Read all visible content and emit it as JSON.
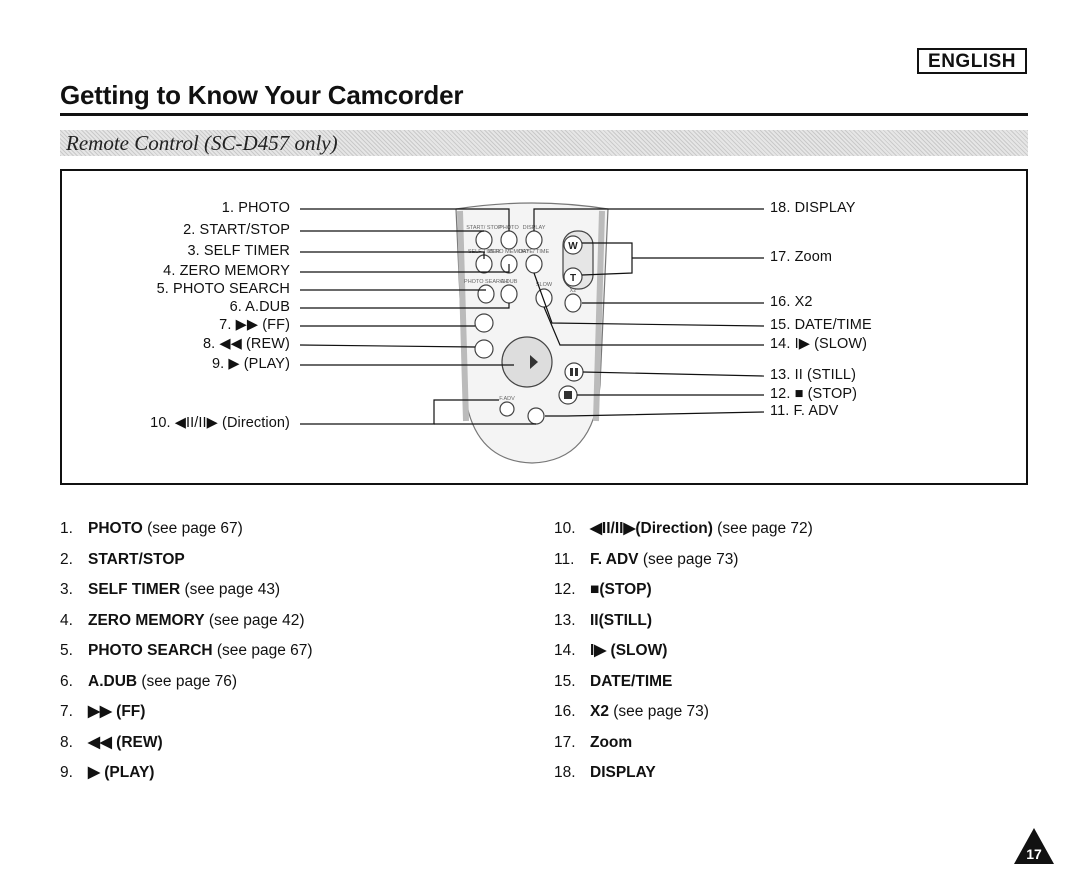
{
  "header": {
    "language": "ENGLISH",
    "title": "Getting to Know Your Camcorder",
    "section": "Remote Control (SC-D457 only)"
  },
  "diagram": {
    "left_labels": [
      {
        "text": "1. PHOTO"
      },
      {
        "text": "2. START/STOP"
      },
      {
        "text": "3. SELF TIMER"
      },
      {
        "text": "4. ZERO MEMORY"
      },
      {
        "text": "5. PHOTO SEARCH"
      },
      {
        "text": "6. A.DUB"
      },
      {
        "text": "7. ▶▶ (FF)"
      },
      {
        "text": "8. ◀◀ (REW)"
      },
      {
        "text": "9. ▶ (PLAY)"
      },
      {
        "text": "10. ◀II/II▶ (Direction)"
      }
    ],
    "right_labels": [
      {
        "text": "18. DISPLAY"
      },
      {
        "text": "17. Zoom"
      },
      {
        "text": "16. X2"
      },
      {
        "text": "15. DATE/TIME"
      },
      {
        "text": "14. I▶ (SLOW)"
      },
      {
        "text": "13. II (STILL)"
      },
      {
        "text": "12. ■ (STOP)"
      },
      {
        "text": "11. F. ADV"
      }
    ],
    "remote_key_labels": {
      "start_stop": "START/ STOP",
      "photo": "PHOTO",
      "display": "DISPLAY",
      "self_timer": "SELF TIMER",
      "zero_memory": "ZERO MEMORY",
      "date_time": "DATE/ TIME",
      "photo_search": "PHOTO SEARCH",
      "a_dub": "A.DUB",
      "slow": "SLOW",
      "x2": "X2",
      "f_adv": "F.ADV",
      "w": "W",
      "t": "T"
    }
  },
  "list_left": [
    {
      "num": "1.",
      "name": "PHOTO",
      "ref": " (see page 67)"
    },
    {
      "num": "2.",
      "name": "START/STOP",
      "ref": ""
    },
    {
      "num": "3.",
      "name": "SELF TIMER",
      "ref": " (see page 43)"
    },
    {
      "num": "4.",
      "name": "ZERO MEMORY",
      "ref": " (see page 42)"
    },
    {
      "num": "5.",
      "name": "PHOTO SEARCH",
      "ref": " (see page 67)"
    },
    {
      "num": "6.",
      "name": "A.DUB",
      "ref": " (see page 76)"
    },
    {
      "num": "7.",
      "glyph": "▶▶",
      "name": "(FF)",
      "ref": ""
    },
    {
      "num": "8.",
      "glyph": "◀◀",
      "name": "(REW)",
      "ref": ""
    },
    {
      "num": "9.",
      "glyph": "▶",
      "name": "(PLAY)",
      "ref": ""
    }
  ],
  "list_right": [
    {
      "num": "10.",
      "glyph": "◀II/II▶",
      "name": "(Direction)",
      "ref": " (see page 72)"
    },
    {
      "num": "11.",
      "name": "F. ADV",
      "ref": " (see page 73)"
    },
    {
      "num": "12.",
      "glyph": "■",
      "name": "(STOP)",
      "ref": ""
    },
    {
      "num": "13.",
      "glyph": "II",
      "name": "(STILL)",
      "ref": ""
    },
    {
      "num": "14.",
      "glyph": "I▶",
      "name": "(SLOW)",
      "ref": ""
    },
    {
      "num": "15.",
      "name": "DATE/TIME",
      "ref": ""
    },
    {
      "num": "16.",
      "name": "X2",
      "ref": " (see page 73)"
    },
    {
      "num": "17.",
      "name": "Zoom",
      "ref": ""
    },
    {
      "num": "18.",
      "name": "DISPLAY",
      "ref": ""
    }
  ],
  "page_number": "17"
}
